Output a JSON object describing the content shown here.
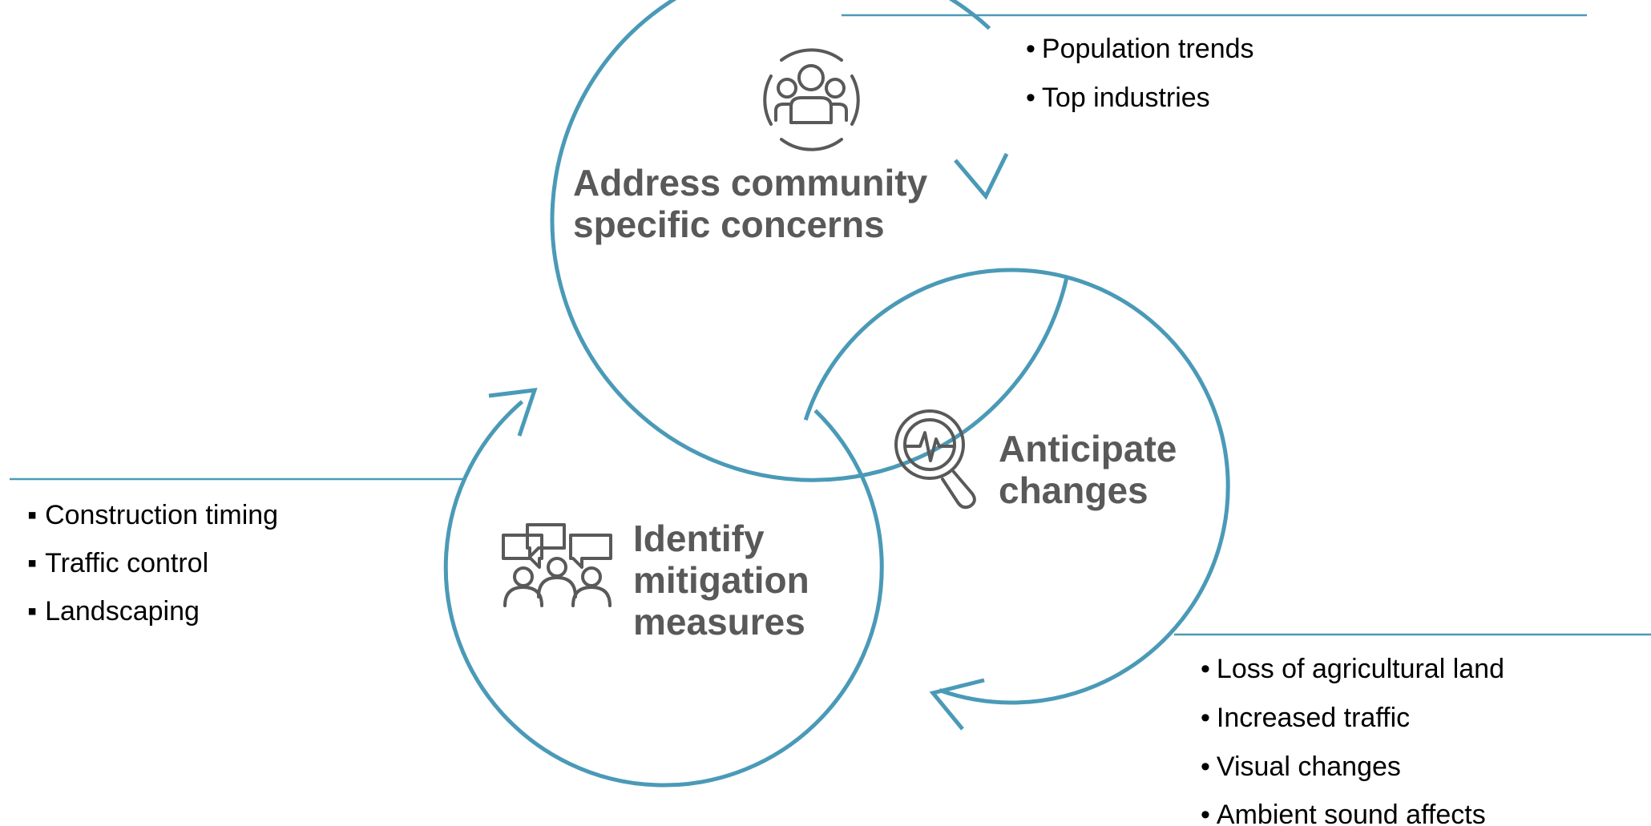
{
  "colors": {
    "accent": "#4a9ab7",
    "title": "#595959",
    "text": "#000000"
  },
  "nodes": {
    "community": {
      "title_line1": "Address community",
      "title_line2": "specific concerns",
      "icon": "community-people-icon",
      "bullet_marker": "•",
      "items": [
        "Population trends",
        "Top industries"
      ]
    },
    "anticipate": {
      "title_line1": "Anticipate",
      "title_line2": "changes",
      "icon": "magnifier-pulse-icon",
      "bullet_marker": "•",
      "items": [
        "Loss of agricultural land",
        "Increased traffic",
        "Visual changes",
        "Ambient sound affects"
      ]
    },
    "mitigation": {
      "title_line1": "Identify",
      "title_line2": "mitigation",
      "title_line3": "measures",
      "icon": "discussion-group-icon",
      "bullet_marker": "▪",
      "items": [
        "Construction timing",
        "Traffic control",
        "Landscaping"
      ]
    }
  }
}
